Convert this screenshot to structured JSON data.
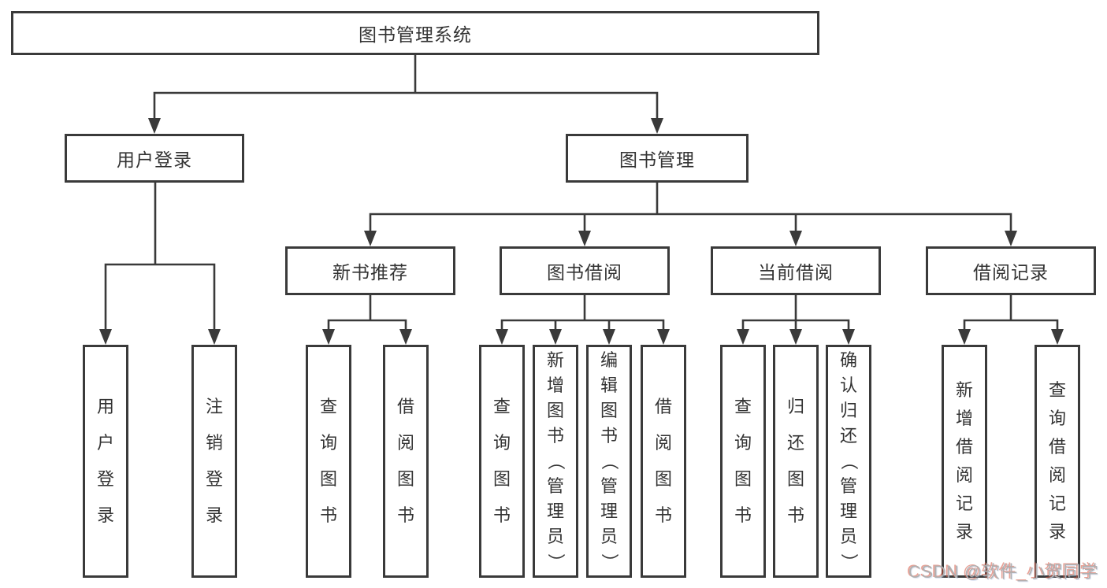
{
  "diagram": {
    "root": {
      "label": "图书管理系统"
    },
    "user_login": {
      "label": "用户登录",
      "children": {
        "login": "用户登录",
        "logout": "注销登录"
      }
    },
    "book_mgmt": {
      "label": "图书管理"
    },
    "new_books": {
      "label": "新书推荐",
      "children": {
        "query": "查询图书",
        "borrow": "借阅图书"
      }
    },
    "book_borrow": {
      "label": "图书借阅",
      "children": {
        "query": "查询图书",
        "add": "新增图书（管理员）",
        "edit": "编辑图书（管理员）",
        "borrow": "借阅图书"
      }
    },
    "current_borrow": {
      "label": "当前借阅",
      "children": {
        "query": "查询图书",
        "return": "归还图书",
        "confirm": "确认归还（管理员）"
      }
    },
    "borrow_records": {
      "label": "借阅记录",
      "children": {
        "add": "新增借阅记录",
        "query": "查询借阅记录"
      }
    }
  },
  "watermark": {
    "text": "CSDN @软件_小贺同学"
  },
  "colors": {
    "line": "#3a3a3a",
    "text": "#333333",
    "background": "#ffffff",
    "watermark": "#b0b0b0",
    "watermark_accent": "#d55642"
  }
}
